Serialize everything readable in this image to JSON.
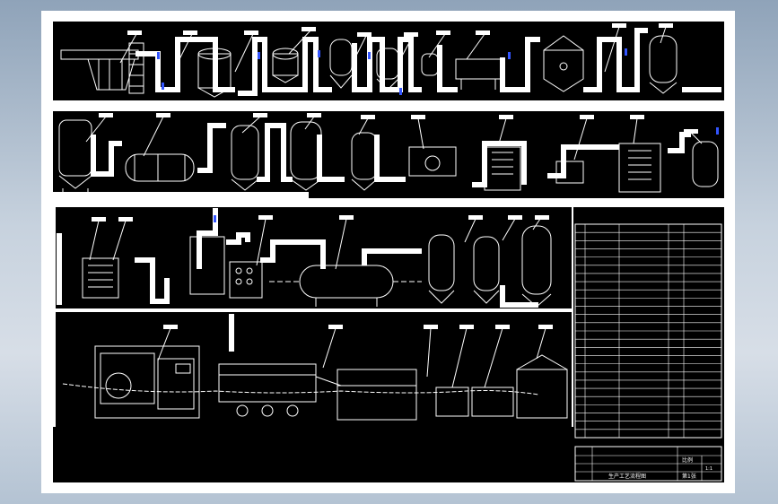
{
  "drawing": {
    "sheet_border_color": "#ffffff",
    "line_color": "#ffffff",
    "canvas_color": "#000000",
    "pipe_color": "#ffffff",
    "label_fill": "#ffffff",
    "marker_color": "#3355ff",
    "table_grid_color": "#ffffff",
    "table_text_color": "#ffffff"
  },
  "title_block": {
    "scale_label": "比例",
    "scale_value": "1:1",
    "sheet_label": "第1张",
    "drawing_title": "生产工艺流程图"
  }
}
